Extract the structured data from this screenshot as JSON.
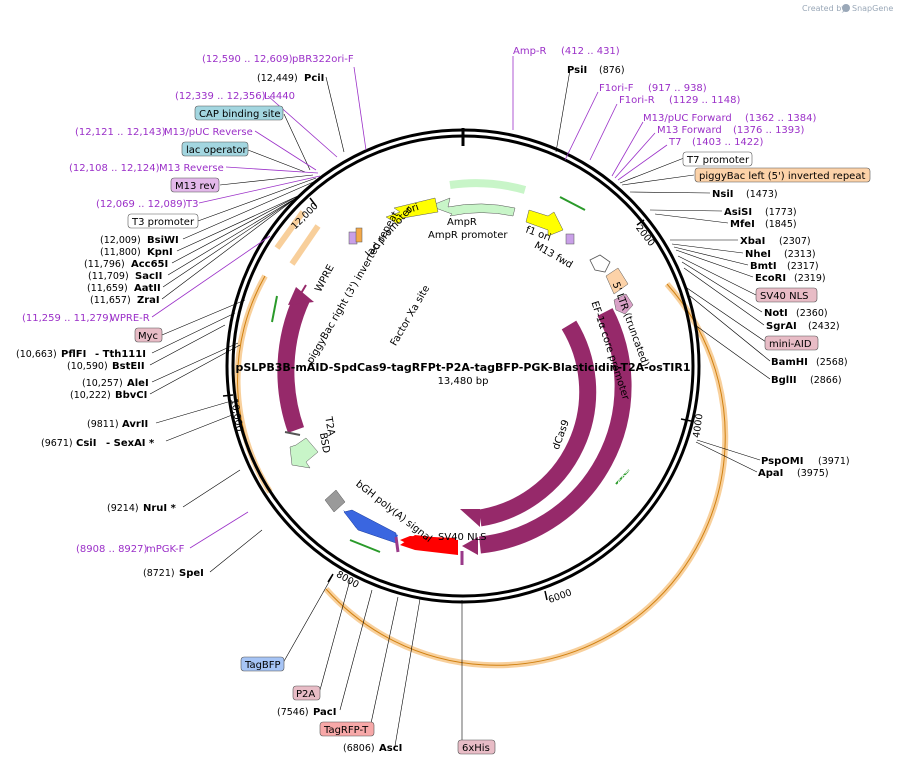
{
  "header": {
    "created_by": "Created by",
    "brand": "SnapGene"
  },
  "plasmid": {
    "name": "pSLPB3B-mAID-SpdCas9-tagRFPt-P2A-tagBFP-PGK-Blasticidin-T2A-osTIR1",
    "length": "13,480 bp"
  },
  "ticks": [
    "2000",
    "4000",
    "6000",
    "8000",
    "10,000",
    "12,000"
  ],
  "features": [
    {
      "label": "ori",
      "color": "#ffff00"
    },
    {
      "label": "AmpR"
    },
    {
      "label": "AmpR promoter"
    },
    {
      "label": "f1 ori"
    },
    {
      "label": "M13 fwd"
    },
    {
      "label": "lac promoter"
    },
    {
      "label": "piggyBac right (3') inverted repeat"
    },
    {
      "label": "WPRE"
    },
    {
      "label": "OsTIR1"
    },
    {
      "label": "T2A"
    },
    {
      "label": "BSD"
    },
    {
      "label": "Factor Xa site"
    },
    {
      "label": "5' LTR (truncated)"
    },
    {
      "label": "EF-1α core promoter"
    },
    {
      "label": "dCas9"
    },
    {
      "label": "Cas9"
    },
    {
      "label": "SV40 NLS"
    },
    {
      "label": "bGH poly(A) signal"
    }
  ],
  "boxed": [
    {
      "label": "CAP binding site",
      "color": "#a3d6e0"
    },
    {
      "label": "lac operator",
      "color": "#a3d6e0"
    },
    {
      "label": "M13 rev",
      "color": "#e3b8ea"
    },
    {
      "label": "T3 promoter",
      "color": "#ffffff"
    },
    {
      "label": "Myc",
      "color": "#e8bcc6"
    },
    {
      "label": "T7 promoter",
      "color": "#ffffff"
    },
    {
      "label": "piggyBac left (5') inverted repeat",
      "color": "#fcd2a8"
    },
    {
      "label": "SV40 NLS",
      "color": "#e8bcc6"
    },
    {
      "label": "mini-AID",
      "color": "#e8bcc6"
    },
    {
      "label": "TagBFP",
      "color": "#a6c4f5"
    },
    {
      "label": "P2A",
      "color": "#e8bcc6"
    },
    {
      "label": "TagRFP-T",
      "color": "#f7a8a8"
    },
    {
      "label": "6xHis",
      "color": "#e8bcc6"
    }
  ],
  "primers": [
    {
      "range": "(12,590 .. 12,609)",
      "name": "pBR322ori-F"
    },
    {
      "range": "(12,339 .. 12,356)",
      "name": "L4440"
    },
    {
      "range": "(12,121 .. 12,143)",
      "name": "M13/pUC Reverse"
    },
    {
      "range": "(12,108 .. 12,124)",
      "name": "M13 Reverse"
    },
    {
      "range": "(12,069 .. 12,089)",
      "name": "T3"
    },
    {
      "range": "(11,259 .. 11,279)",
      "name": "WPRE-R"
    },
    {
      "range": "(8908 .. 8927)",
      "name": "mPGK-F"
    },
    {
      "range": "(412 .. 431)",
      "name": "Amp-R"
    },
    {
      "range": "(917 .. 938)",
      "name": "F1ori-F"
    },
    {
      "range": "(1129 .. 1148)",
      "name": "F1ori-R"
    },
    {
      "range": "(1362 .. 1384)",
      "name": "M13/pUC Forward"
    },
    {
      "range": "(1376 .. 1393)",
      "name": "M13 Forward"
    },
    {
      "range": "(1403 .. 1422)",
      "name": "T7"
    }
  ],
  "enzymes": [
    {
      "pos": "(12,449)",
      "name": "PciI"
    },
    {
      "pos": "(12,009)",
      "name": "BsiWI"
    },
    {
      "pos": "(11,800)",
      "name": "KpnI"
    },
    {
      "pos": "(11,796)",
      "name": "Acc65I"
    },
    {
      "pos": "(11,709)",
      "name": "SacII"
    },
    {
      "pos": "(11,659)",
      "name": "AatII"
    },
    {
      "pos": "(11,657)",
      "name": "ZraI"
    },
    {
      "pos": "(10,663)",
      "name": "PflFI",
      "extra": "- Tth111I"
    },
    {
      "pos": "(10,590)",
      "name": "BstEII"
    },
    {
      "pos": "(10,257)",
      "name": "AleI"
    },
    {
      "pos": "(10,222)",
      "name": "BbvCI"
    },
    {
      "pos": "(9811)",
      "name": "AvrII"
    },
    {
      "pos": "(9671)",
      "name": "CsiI",
      "extra": "- SexAI *"
    },
    {
      "pos": "(9214)",
      "name": "NruI *"
    },
    {
      "pos": "(8721)",
      "name": "SpeI"
    },
    {
      "pos": "(7546)",
      "name": "PacI"
    },
    {
      "pos": "(6806)",
      "name": "AscI"
    },
    {
      "pos": "(876)",
      "name": "PsiI"
    },
    {
      "pos": "(1473)",
      "name": "NsiI"
    },
    {
      "pos": "(1773)",
      "name": "AsiSI"
    },
    {
      "pos": "(1845)",
      "name": "MfeI"
    },
    {
      "pos": "(2307)",
      "name": "XbaI"
    },
    {
      "pos": "(2313)",
      "name": "NheI"
    },
    {
      "pos": "(2317)",
      "name": "BmtI"
    },
    {
      "pos": "(2319)",
      "name": "EcoRI"
    },
    {
      "pos": "(2360)",
      "name": "NotI"
    },
    {
      "pos": "(2432)",
      "name": "SgrAI"
    },
    {
      "pos": "(2568)",
      "name": "BamHI"
    },
    {
      "pos": "(2866)",
      "name": "BglII"
    },
    {
      "pos": "(3971)",
      "name": "PspOMI"
    },
    {
      "pos": "(3975)",
      "name": "ApaI"
    }
  ],
  "colors": {
    "backbone": "#000000",
    "primer": "#9b30c8",
    "feature_main": "#96296a",
    "ampr": "#c8f5c8",
    "ori": "#ffff00",
    "orange_ring": "#f3a94a"
  }
}
